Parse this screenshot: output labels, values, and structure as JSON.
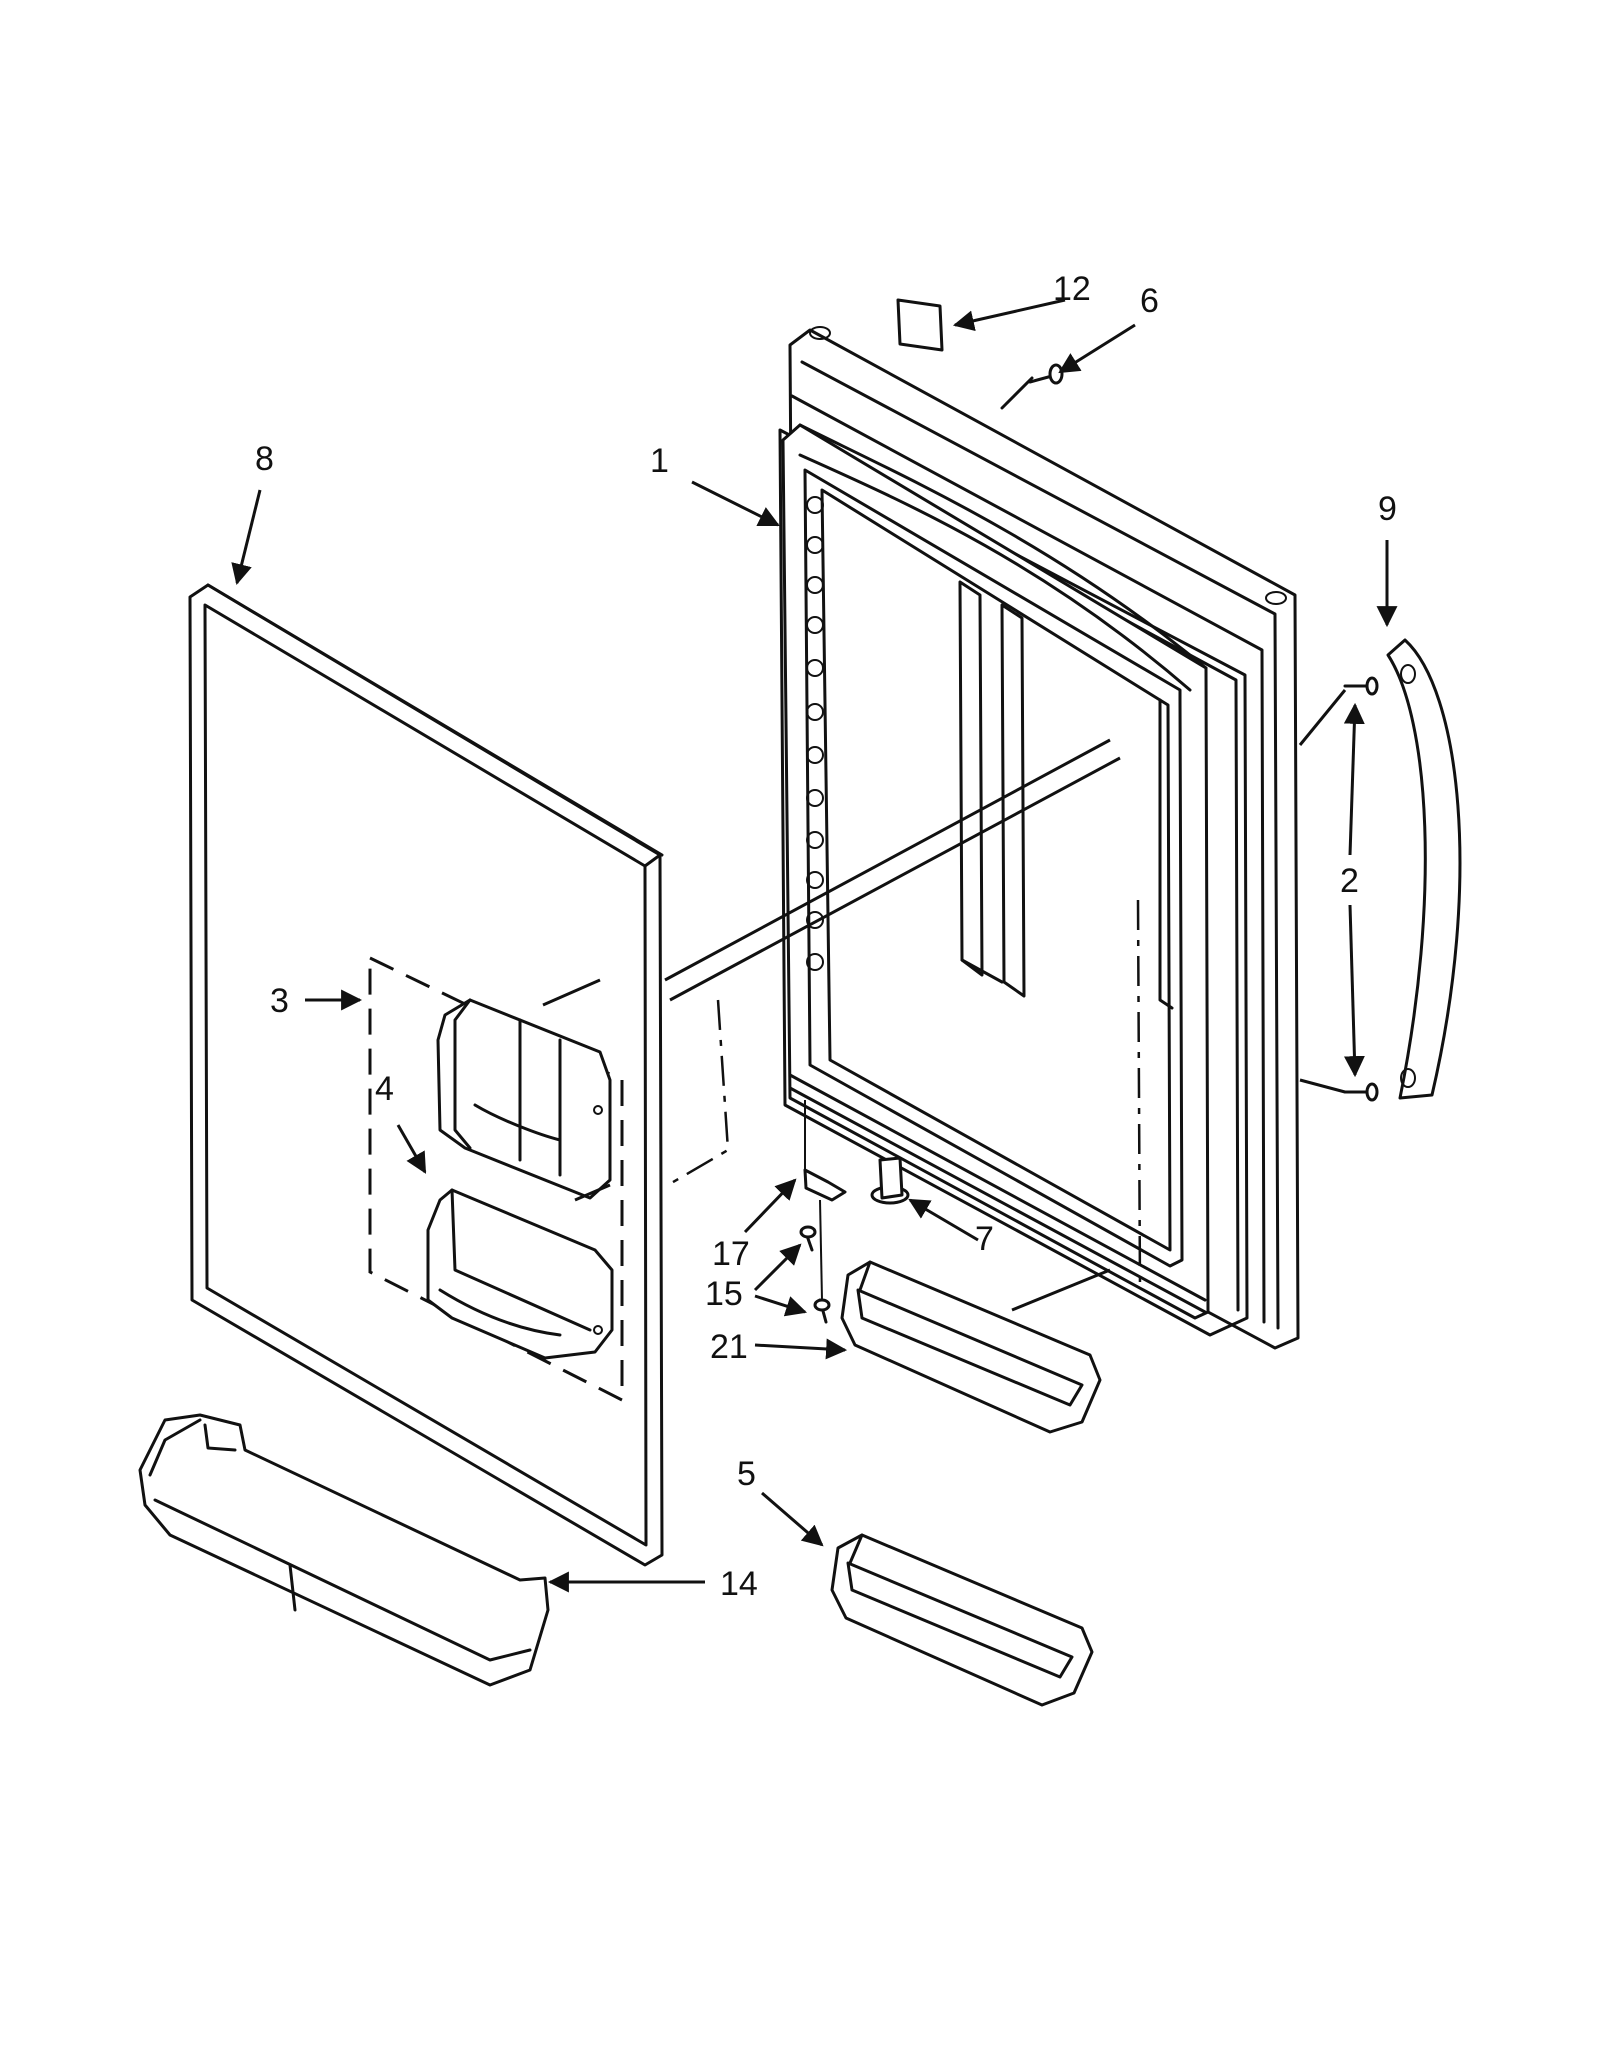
{
  "callouts": {
    "c1": "1",
    "c2": "2",
    "c3": "3",
    "c4": "4",
    "c5": "5",
    "c6": "6",
    "c7": "7",
    "c8": "8",
    "c9": "9",
    "c12": "12",
    "c14": "14",
    "c15": "15",
    "c17": "17",
    "c21": "21"
  }
}
